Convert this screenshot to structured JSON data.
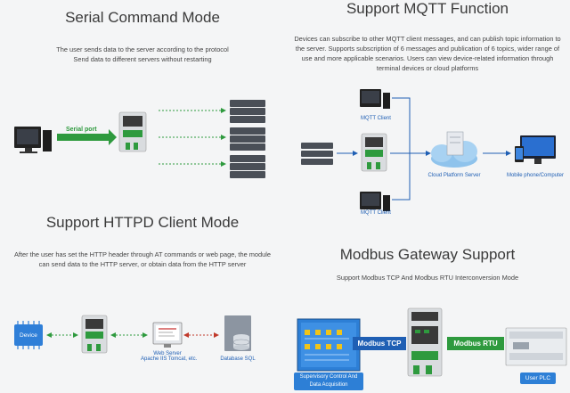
{
  "serial": {
    "title": "Serial Command Mode",
    "desc_line1": "The user sends data to the server according to the protocol",
    "desc_line2": "Send data to different servers without restarting",
    "port_label": "Serial port"
  },
  "mqtt": {
    "title": "Support MQTT Function",
    "desc_line1": "Devices can subscribe to other MQTT client messages, and can publish topic information to",
    "desc_line2": "the server. Supports subscription of 6 messages and publication of 6 topics, wider range of",
    "desc_line3": "use and more applicable scenarios. Users can view device-related information through",
    "desc_line4": "terminal devices or cloud platforms",
    "client_top": "MQTT Client",
    "client_bottom": "MQTT Client",
    "cloud": "Cloud Platform Server",
    "mobile": "Mobile phone/Computer"
  },
  "httpd": {
    "title": "Support HTTPD Client Mode",
    "desc_line1": "After the user has set the HTTP header through AT commands or web page, the module",
    "desc_line2": "can send data to the HTTP server, or obtain data from the HTTP server",
    "device": "Device",
    "web_line1": "Web Server",
    "web_line2": "Apache IIS Tomcat, etc.",
    "db": "Database SQL"
  },
  "modbus": {
    "title": "Modbus Gateway Support",
    "desc": "Support Modbus TCP And Modbus RTU Interconversion Mode",
    "tcp": "Modbus TCP",
    "rtu": "Modbus RTU",
    "scada_line1": "Supervisory Control And",
    "scada_line2": "Data Acquisition",
    "plc": "User PLC"
  },
  "colors": {
    "accent_blue": "#1f5fb4",
    "arrow_green": "#2e9a3e",
    "scada_bg": "#2d7fd6"
  }
}
